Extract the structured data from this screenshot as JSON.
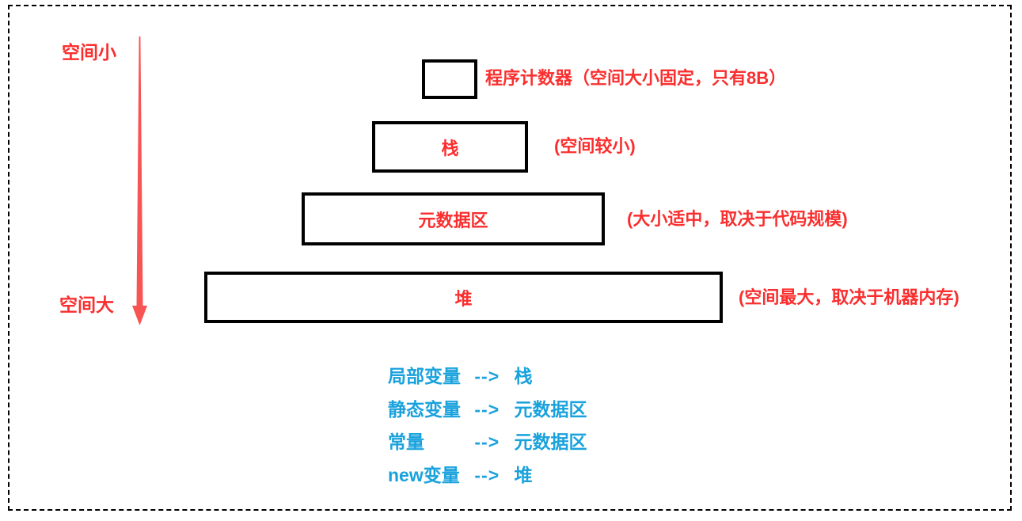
{
  "colors": {
    "annotation_red": "#fa2e2e",
    "arrow_red": "#f95454",
    "mapping_blue": "#1aa2dc",
    "box_border_black": "#000000",
    "frame_black": "#000000",
    "background_white": "#ffffff"
  },
  "axis": {
    "top_label": "空间小",
    "bottom_label": "空间大",
    "arrow_icon": "down-arrow"
  },
  "regions": [
    {
      "box_label": "",
      "annotation": "程序计数器（空间大小固定，只有8B）"
    },
    {
      "box_label": "栈",
      "annotation": "(空间较小)"
    },
    {
      "box_label": "元数据区",
      "annotation": "(大小适中，取决于代码规模)"
    },
    {
      "box_label": "堆",
      "annotation": "(空间最大，取决于机器内存)"
    }
  ],
  "mappings": {
    "arrow_symbol": "-->",
    "items": [
      {
        "source": "局部变量",
        "target": "栈"
      },
      {
        "source": "静态变量",
        "target": "元数据区"
      },
      {
        "source": "常量",
        "target": "元数据区"
      },
      {
        "source": "new变量",
        "target": "堆"
      }
    ]
  }
}
